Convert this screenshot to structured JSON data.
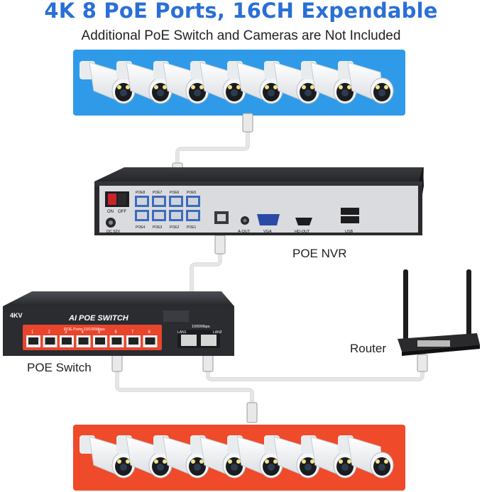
{
  "header": {
    "title": "4K 8 PoE Ports, 16CH Expendable",
    "subtitle": "Additional PoE Switch and Cameras are Not Included"
  },
  "labels": {
    "nvr": "POE NVR",
    "router": "Router",
    "poe_switch": "POE Switch"
  },
  "nvr_panel": {
    "poe_ports_top": [
      "POE8",
      "POE7",
      "POE6",
      "POE5"
    ],
    "poe_ports_bottom": [
      "POE4",
      "POE3",
      "POE2",
      "POE1"
    ],
    "switch_on": "ON",
    "switch_off": "OFF",
    "power": "DC 52V",
    "audio": "A-OUT",
    "vga": "VGA",
    "hdmi": "HD-OUT",
    "usb": "USB"
  },
  "switch_panel": {
    "brand": "4KV",
    "title": "AI POE SWITCH",
    "ports_caption": "POE Ports:10/100Mbps",
    "port_numbers": [
      "1",
      "2",
      "3",
      "4",
      "5",
      "6",
      "7",
      "8"
    ],
    "uplink_caption": "1000Mbps",
    "lan1": "LAN1",
    "lan2": "LAN2"
  },
  "cameras": {
    "top_row_count": 8,
    "bottom_row_count": 8,
    "panel_colors": {
      "top": "#2f9be8",
      "bottom": "#ef4a2a"
    }
  },
  "colors": {
    "title": "#2a6fd6",
    "nvr_body": "#2b2b2e",
    "switch_body": "#2a2c30",
    "port_highlight": "#e8452c"
  }
}
